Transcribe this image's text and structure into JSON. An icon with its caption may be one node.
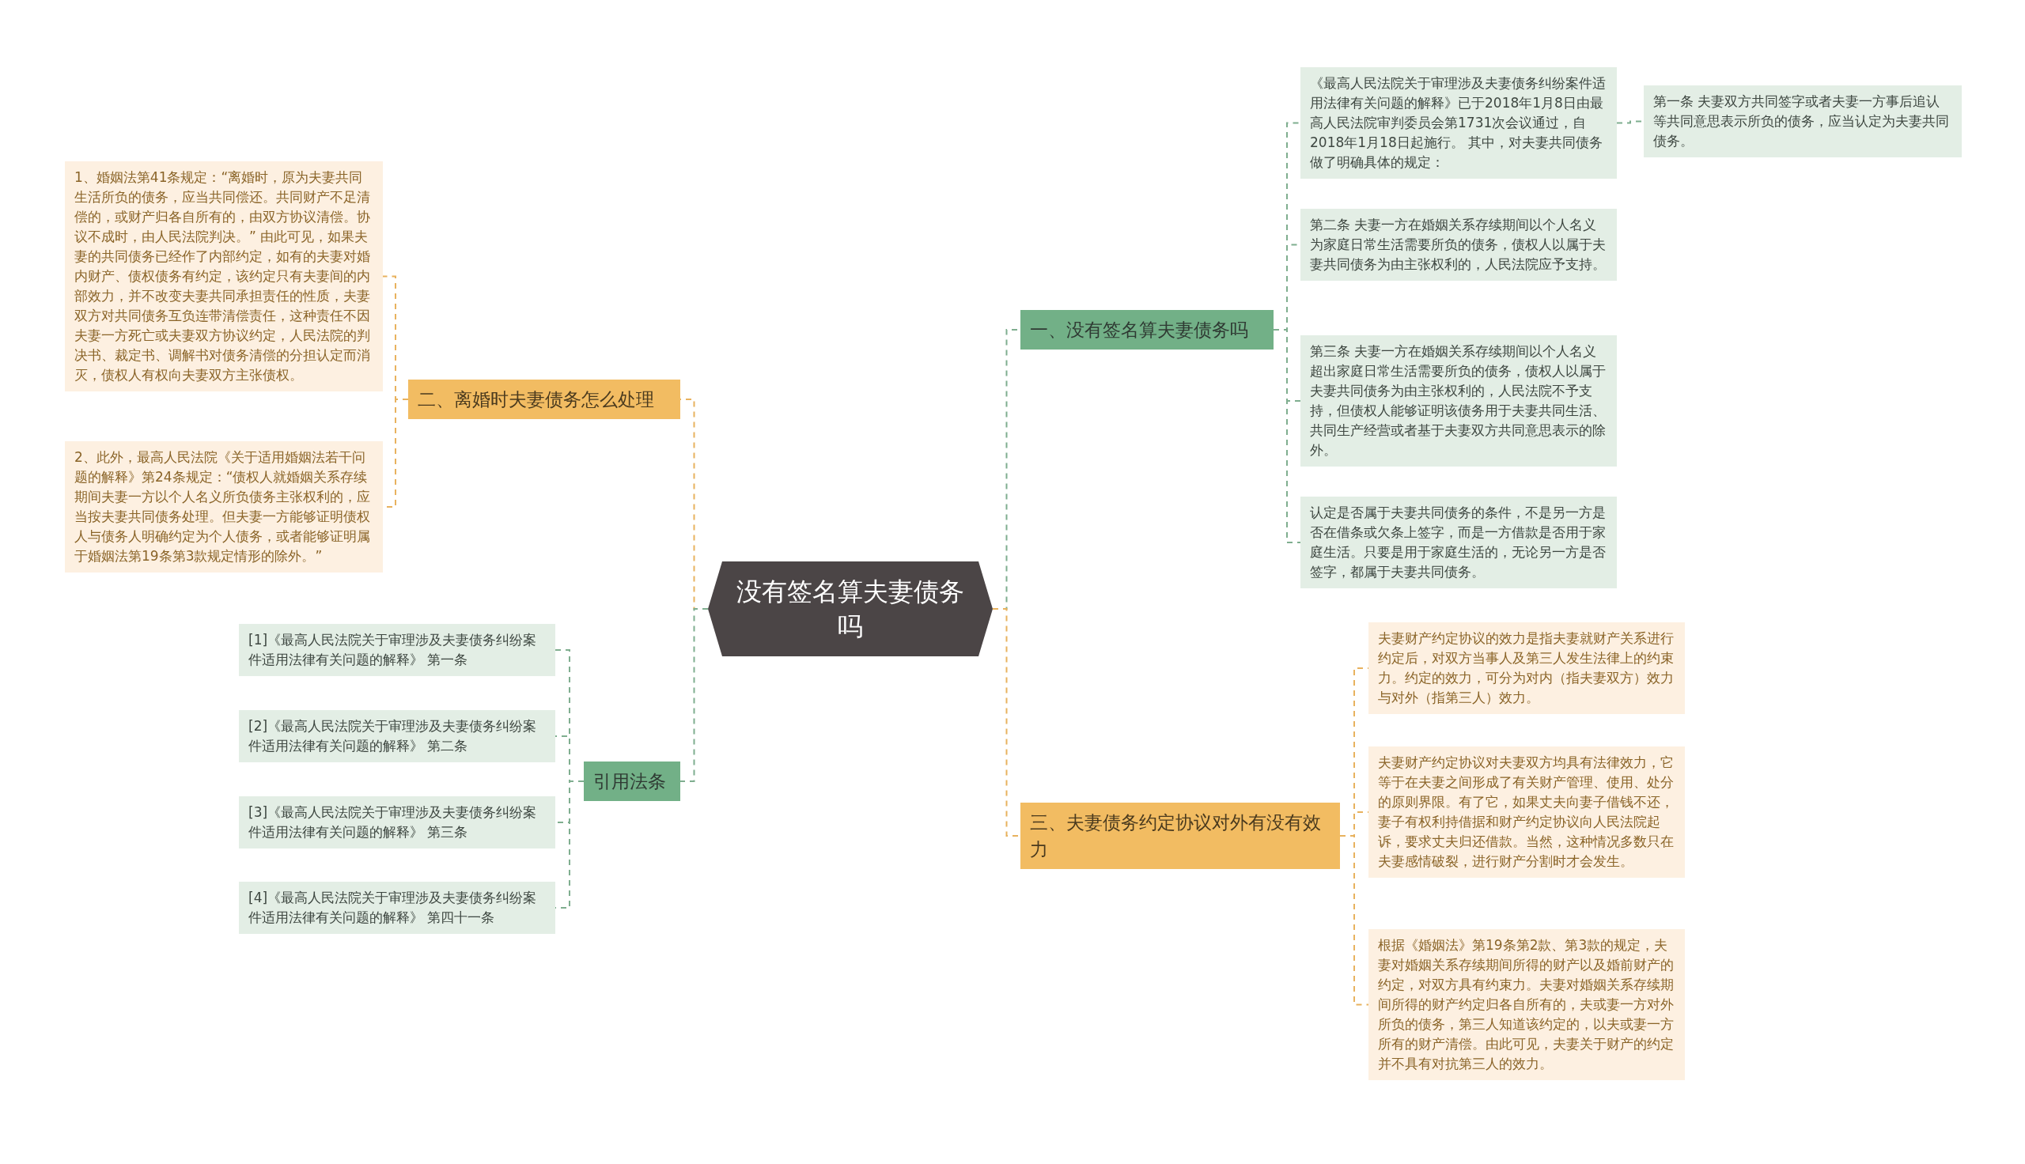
{
  "diagram": {
    "nodes": [
      {
        "text": [
          "没有签名算夫妻债务吗"
        ]
      },
      {
        "text": [
          "一、没有签名算夫妻债务吗"
        ]
      },
      {
        "text": [
          "《最高人民法院关于审理涉及夫妻债务纠纷案件适用法律有关问题的解释》已于2018年1月8日由最高人民法院审判委员会第1731次会议通过，自2018年1月18日起施行。 其中，对夫妻共同债务做了明确具体的规定："
        ]
      },
      {
        "text": [
          "第一条 夫妻双方共同签字或者夫妻一方事后追认等共同意思表示所负的债务，应当认定为夫妻共同债务。"
        ]
      },
      {
        "text": [
          "第二条 夫妻一方在婚姻关系存续期间以个人名义为家庭日常生活需要所负的债务，债权人以属于夫妻共同债务为由主张权利的，人民法院应予支持。"
        ]
      },
      {
        "text": [
          "第三条 夫妻一方在婚姻关系存续期间以个人名义超出家庭日常生活需要所负的债务，债权人以属于夫妻共同债务为由主张权利的，人民法院不予支持，但债权人能够证明该债务用于夫妻共同生活、共同生产经营或者基于夫妻双方共同意思表示的除外。"
        ]
      },
      {
        "text": [
          "认定是否属于夫妻共同债务的条件，不是另一方是否在借条或欠条上签字，而是一方借款是否用于家庭生活。只要是用于家庭生活的，无论另一方是否签字，都属于夫妻共同债务。"
        ]
      },
      {
        "text": [
          "三、夫妻债务约定协议对外有没有效力"
        ]
      },
      {
        "text": [
          "夫妻财产约定协议的效力是指夫妻就财产关系进行约定后，对双方当事人及第三人发生法律上的约束力。约定的效力，可分为对内（指夫妻双方）效力与对外（指第三人）效力。"
        ]
      },
      {
        "text": [
          "夫妻财产约定协议对夫妻双方均具有法律效力，它等于在夫妻之间形成了有关财产管理、使用、处分的原则界限。有了它，如果丈夫向妻子借钱不还，妻子有权利持借据和财产约定协议向人民法院起诉，要求丈夫归还借款。当然，这种情况多数只在夫妻感情破裂，进行财产分割时才会发生。"
        ]
      },
      {
        "text": [
          "根据《婚姻法》第19条第2款、第3款的规定，夫妻对婚姻关系存续期间所得的财产以及婚前财产的约定，对双方具有约束力。夫妻对婚姻关系存续期间所得的财产约定归各自所有的，夫或妻一方对外所负的债务，第三人知道该约定的，以夫或妻一方所有的财产清偿。由此可见，夫妻关于财产的约定并不具有对抗第三人的效力。"
        ]
      },
      {
        "text": [
          "二、离婚时夫妻债务怎么处理"
        ]
      },
      {
        "text": [
          "1、婚姻法第41条规定：“离婚时，原为夫妻共同生活所负的债务，应当共同偿还。共同财产不足清偿的，或财产归各自所有的，由双方协议清偿。协议不成时，由人民法院判决。” 由此可见，如果夫妻的共同债务已经作了内部约定，如有的夫妻对婚内财产、债权债务有约定，该约定只有夫妻间的内部效力，并不改变夫妻共同承担责任的性质，夫妻双方对共同债务互负连带清偿责任，这种责任不因夫妻一方死亡或夫妻双方协议约定，人民法院的判决书、裁定书、调解书对债务清偿的分担认定而消灭，债权人有权向夫妻双方主张债权。"
        ]
      },
      {
        "text": [
          "2、此外，最高人民法院《关于适用婚姻法若干问题的解释》第24条规定：“债权人就婚姻关系存续期间夫妻一方以个人名义所负债务主张权利的，应当按夫妻共同债务处理。但夫妻一方能够证明债权人与债务人明确约定为个人债务，或者能够证明属于婚姻法第19条第3款规定情形的除外。”"
        ]
      },
      {
        "text": [
          "引用法条"
        ]
      },
      {
        "text": [
          "[1]《最高人民法院关于审理涉及夫妻债务纠纷案件适用法律有关问题的解释》 第一条"
        ]
      },
      {
        "text": [
          "[2]《最高人民法院关于审理涉及夫妻债务纠纷案件适用法律有关问题的解释》 第二条"
        ]
      },
      {
        "text": [
          "[3]《最高人民法院关于审理涉及夫妻债务纠纷案件适用法律有关问题的解释》 第三条"
        ]
      },
      {
        "text": [
          "[4]《最高人民法院关于审理涉及夫妻债务纠纷案件适用法律有关问题的解释》 第四十一条"
        ]
      }
    ],
    "edges": [
      {
        "from": 0,
        "to": 1,
        "arrow": "none",
        "style": "dashed"
      },
      {
        "from": 1,
        "to": 2,
        "arrow": "none",
        "style": "dashed"
      },
      {
        "from": 2,
        "to": 3,
        "arrow": "none",
        "style": "dashed"
      },
      {
        "from": 1,
        "to": 4,
        "arrow": "none",
        "style": "dashed"
      },
      {
        "from": 1,
        "to": 5,
        "arrow": "none",
        "style": "dashed"
      },
      {
        "from": 1,
        "to": 6,
        "arrow": "none",
        "style": "dashed"
      },
      {
        "from": 0,
        "to": 7,
        "arrow": "none",
        "style": "dashed",
        "color": "#e8b25e"
      },
      {
        "from": 7,
        "to": 8,
        "arrow": "none",
        "style": "dashed",
        "color": "#e8b25e"
      },
      {
        "from": 7,
        "to": 9,
        "arrow": "none",
        "style": "dashed",
        "color": "#e8b25e"
      },
      {
        "from": 7,
        "to": 10,
        "arrow": "none",
        "style": "dashed",
        "color": "#e8b25e"
      },
      {
        "from": 0,
        "to": 11,
        "arrow": "none",
        "style": "dashed",
        "color": "#e8b25e"
      },
      {
        "from": 11,
        "to": 12,
        "arrow": "none",
        "style": "dashed",
        "color": "#e8b25e"
      },
      {
        "from": 11,
        "to": 13,
        "arrow": "none",
        "style": "dashed",
        "color": "#e8b25e"
      },
      {
        "from": 0,
        "to": 14,
        "arrow": "none",
        "style": "dashed"
      },
      {
        "from": 14,
        "to": 15,
        "arrow": "none",
        "style": "dashed"
      },
      {
        "from": 14,
        "to": 16,
        "arrow": "none",
        "style": "dashed"
      },
      {
        "from": 14,
        "to": 17,
        "arrow": "none",
        "style": "dashed"
      },
      {
        "from": 14,
        "to": 18,
        "arrow": "none",
        "style": "dashed"
      }
    ]
  }
}
